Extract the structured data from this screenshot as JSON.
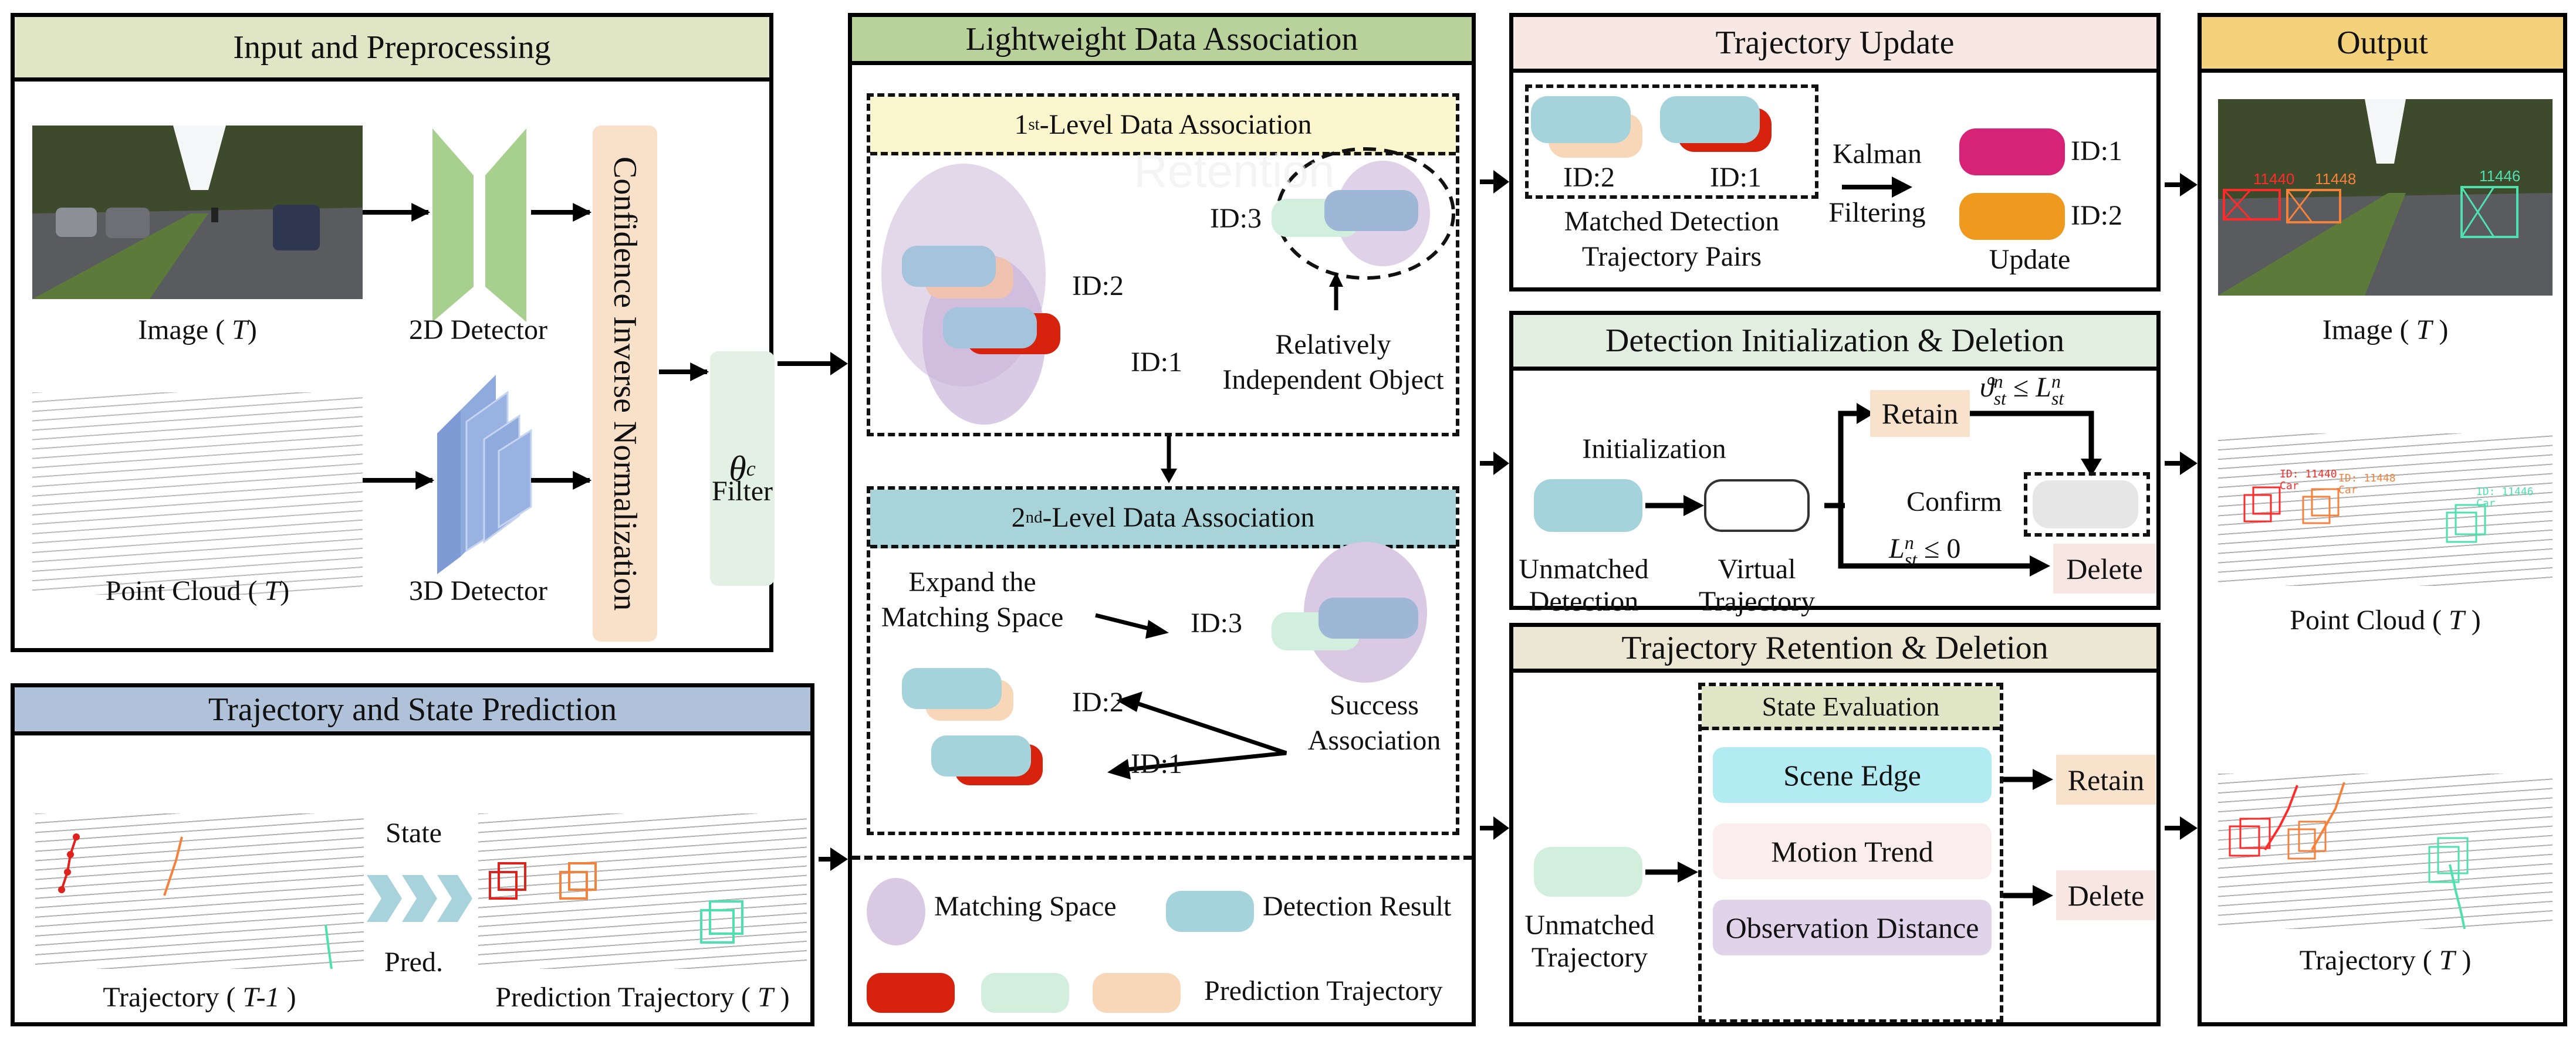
{
  "panels": {
    "input": {
      "title": "Input and Preprocessing",
      "image_label": "Image (",
      "image_label_var": "T",
      "point_cloud_label": "Point Cloud (",
      "point_cloud_var": "T",
      "close_paren": ")",
      "detector_2d": "2D Detector",
      "detector_3d": "3D Detector",
      "normalization": "Confidence Inverse Normalization",
      "filter_symbol": "θ",
      "filter_subscript": "c",
      "filter_label": "Filter"
    },
    "prediction": {
      "title": "Trajectory and State Prediction",
      "arrow_label_1": "State",
      "arrow_label_2": "Pred.",
      "left_label": "Trajectory (",
      "left_var": "T-1",
      "right_label": "Prediction Trajectory (",
      "right_var": "T",
      "close_paren": ")"
    },
    "association": {
      "title": "Lightweight Data Association",
      "level1": {
        "num": "1",
        "sup": "st",
        "rest": "-Level Data Association",
        "ids": [
          "ID:3",
          "ID:2",
          "ID:1"
        ],
        "note_1": "Relatively",
        "note_2": "Independent Object",
        "watermark": "Retention"
      },
      "level2": {
        "num": "2",
        "sup": "nd",
        "rest": "-Level Data Association",
        "expand_1": "Expand the",
        "expand_2": "Matching Space",
        "ids": [
          "ID:3",
          "ID:2",
          "ID:1"
        ],
        "success_1": "Success",
        "success_2": "Association"
      },
      "legend": {
        "matching_space": "Matching Space",
        "detection_result": "Detection Result",
        "prediction_trajectory": "Prediction Trajectory"
      }
    },
    "update": {
      "title": "Trajectory Update",
      "pair_ids": [
        "ID:2",
        "ID:1"
      ],
      "pairs_label_1": "Matched Detection",
      "pairs_label_2": "Trajectory Pairs",
      "kalman_1": "Kalman",
      "kalman_2": "Filtering",
      "updated_ids": [
        "ID:1",
        "ID:2"
      ],
      "update_label": "Update"
    },
    "init": {
      "title": "Detection Initialization & Deletion",
      "initialization": "Initialization",
      "unmatched_1": "Unmatched",
      "unmatched_2": "Detection",
      "virtual_1": "Virtual",
      "virtual_2": "Trajectory",
      "retain": "Retain",
      "confirm": "Confirm",
      "delete": "Delete",
      "cond_retain": {
        "lhs": "ϑ",
        "rhs": "L",
        "sup": "n",
        "sub": "st",
        "op": "≤"
      },
      "cond_delete": {
        "lhs": "L",
        "sup": "n",
        "sub": "st",
        "op": "≤",
        "rhs": "0"
      }
    },
    "retention": {
      "title": "Trajectory Retention & Deletion",
      "unmatched_1": "Unmatched",
      "unmatched_2": "Trajectory",
      "state_eval": "State Evaluation",
      "criteria": [
        "Scene Edge",
        "Motion Trend",
        "Observation Distance"
      ],
      "retain": "Retain",
      "delete": "Delete"
    },
    "output": {
      "title": "Output",
      "image_label": "Image (",
      "pc_label": "Point Cloud (",
      "traj_label": "Trajectory (",
      "var": "T",
      "close_paren": ")",
      "track_ids": [
        "11440",
        "11448",
        "11446"
      ],
      "pc_tags": [
        "ID: 11440",
        "ID: 11448",
        "ID: 11446"
      ],
      "class_label": "Car"
    }
  },
  "colors": {
    "input_head": "#dfe5c5",
    "assoc_head": "#b9d29c",
    "pred_head": "#b0c2d9",
    "update_head": "#f8e8e4",
    "init_head": "#e2efe0",
    "retention_head": "#ebe7d3",
    "output_head": "#f4d27c",
    "level1_head": "#fcf6cf",
    "level2_head": "#a8d4d9",
    "matching_space": "#d9c9e3",
    "detection_car": "#a4d3db",
    "pred_red": "#d7230e",
    "pred_mint": "#d2eedd",
    "pred_peach": "#f8d7b8",
    "update_magenta": "#d62378",
    "update_orange": "#ef9a1e",
    "retain_box": "#f8e2cc",
    "delete_box": "#f8e6e2",
    "scene_edge": "#b2ebf2",
    "motion_trend": "#fbeded",
    "obs_distance": "#e1d4ea",
    "state_eval": "#dfe5c5",
    "detector_2d": "#a7d08e",
    "detector_3d": "#8faadd",
    "norm_bar": "#f9e0c9",
    "filter_bar": "#e2f1e3",
    "track_red": "#ff2a2a",
    "track_orange": "#f4823c",
    "track_cyan": "#4fe0b0"
  }
}
